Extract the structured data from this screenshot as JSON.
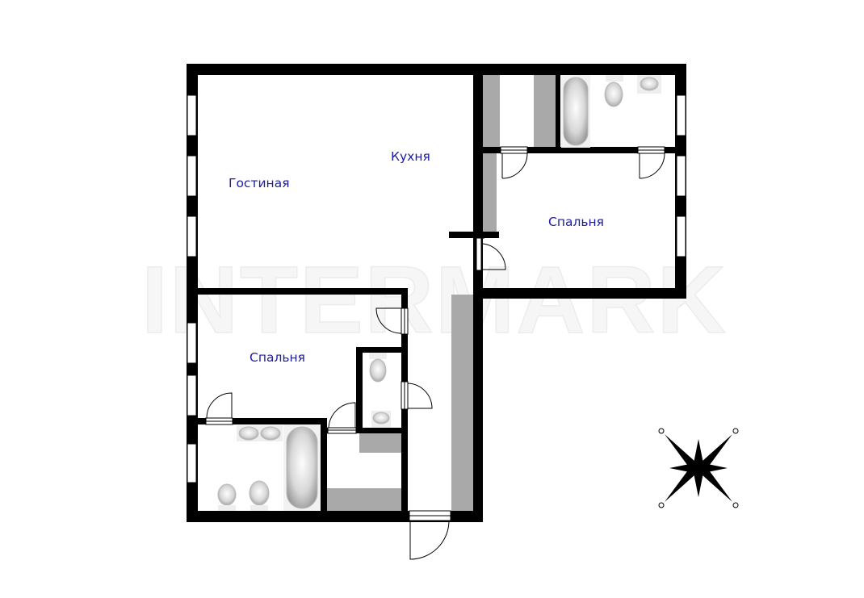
{
  "watermark": "INTERMARK",
  "rooms": {
    "living_room": "Гостиная",
    "kitchen": "Кухня",
    "bedroom_right": "Спальня",
    "bedroom_left": "Спальня"
  },
  "colors": {
    "wall": "#000000",
    "label": "#1c1ca6",
    "built_in": "#a9a9a9"
  }
}
